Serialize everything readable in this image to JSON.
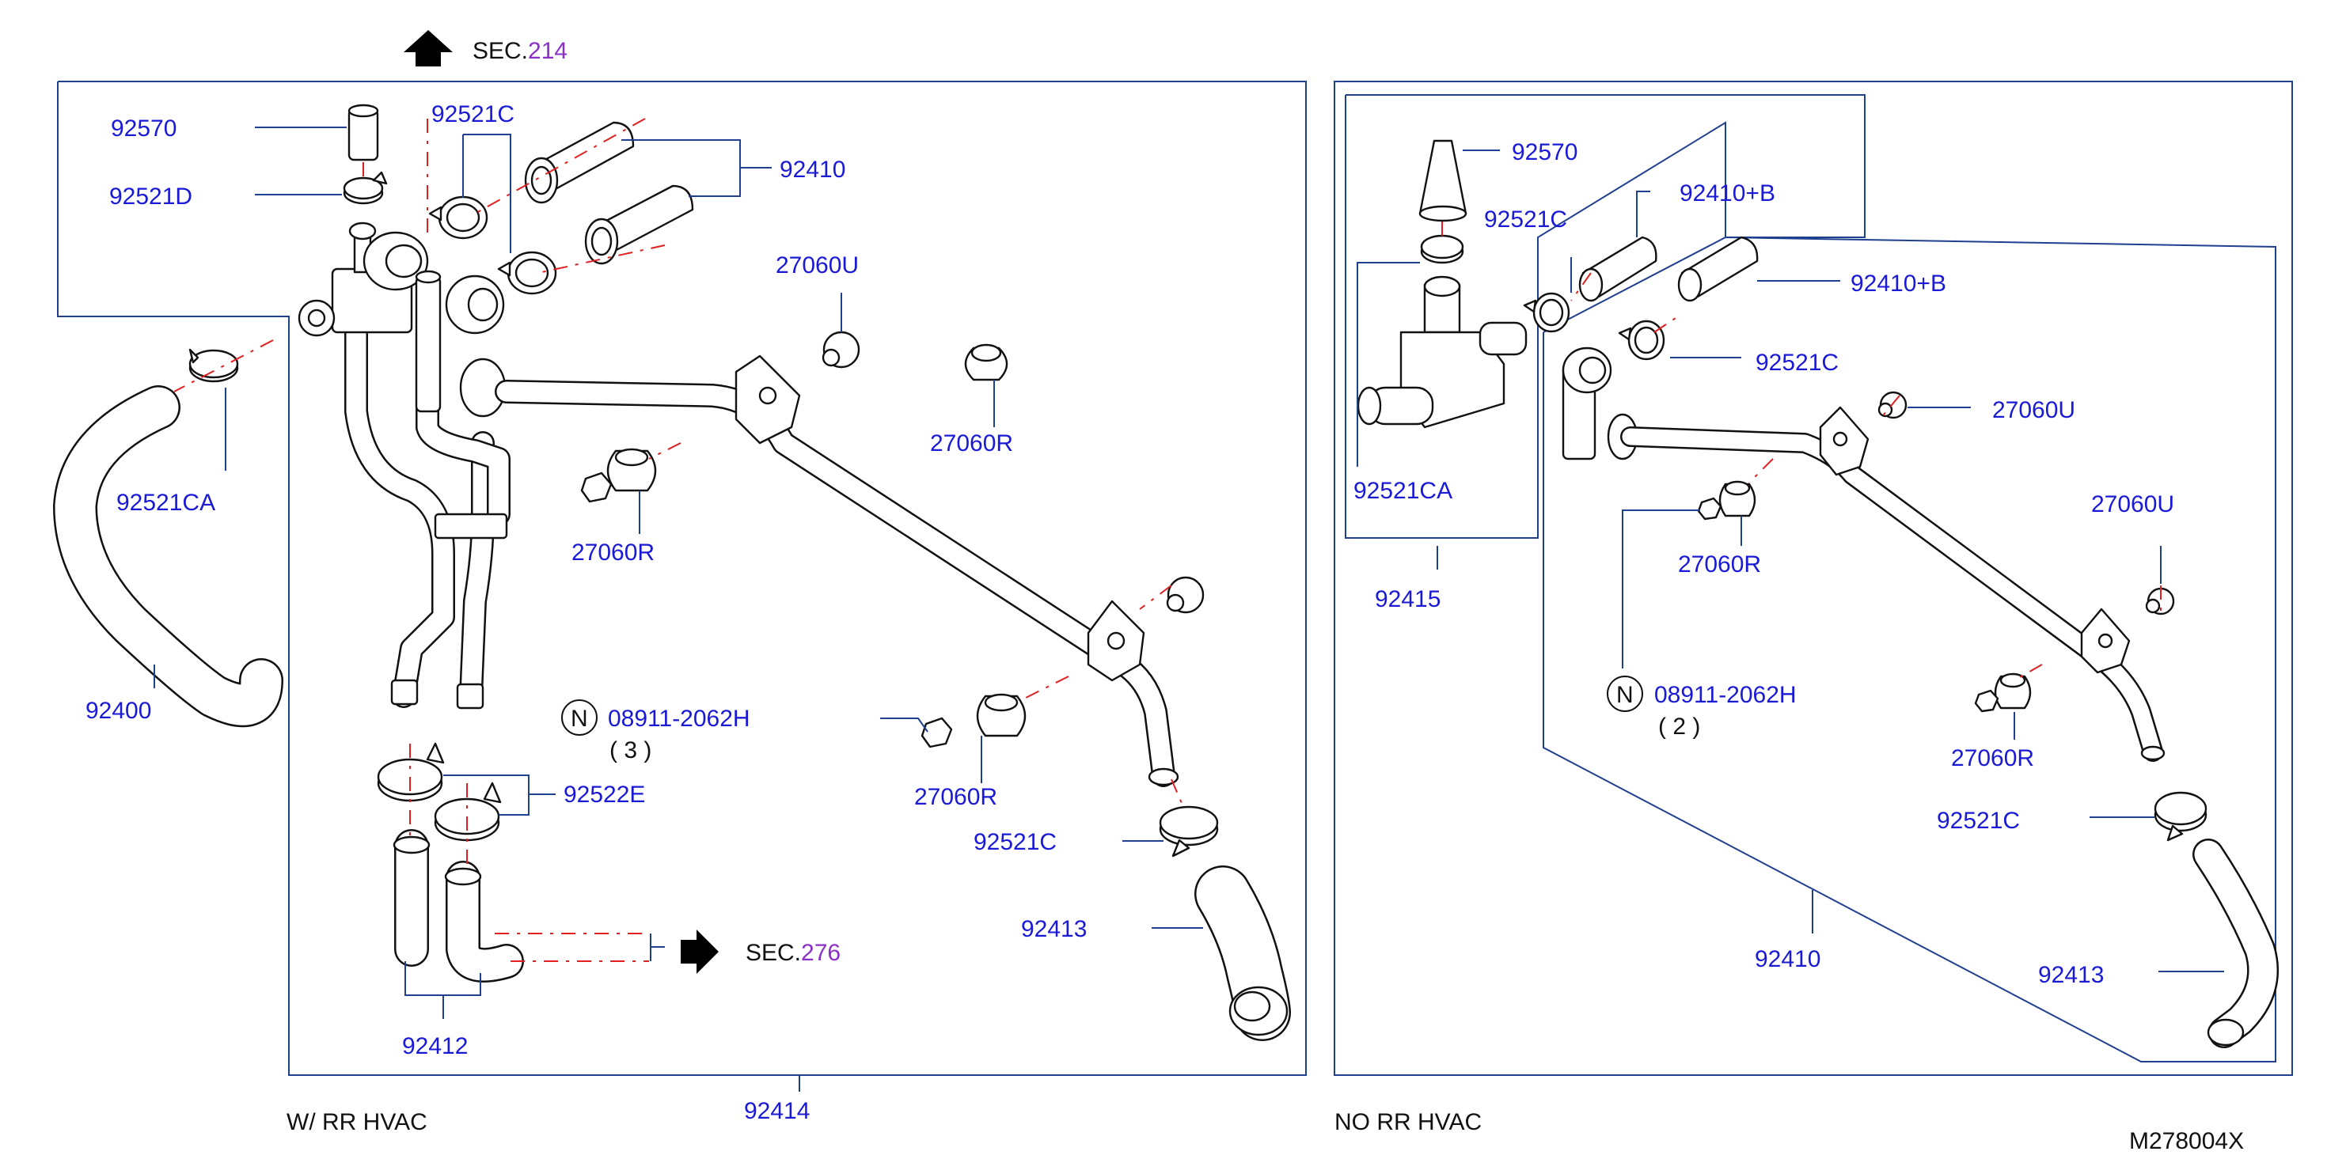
{
  "header": {
    "sec_top_prefix": "SEC.",
    "sec_top_number": "214",
    "sec_side_prefix": "SEC.",
    "sec_side_number": "276"
  },
  "left_panel": {
    "caption": "W/ RR HVAC",
    "labels": {
      "p92570": "92570",
      "p92521D": "92521D",
      "p92521C_top": "92521C",
      "p92410": "92410",
      "p27060U": "27060U",
      "p27060R_right": "27060R",
      "p92521CA": "92521CA",
      "p27060R_mid": "27060R",
      "p92400": "92400",
      "bolt_code": "08911-2062H",
      "bolt_qty": "( 3 )",
      "p92522E": "92522E",
      "p27060R_low": "27060R",
      "p92521C_low": "92521C",
      "p92413": "92413",
      "p92412": "92412",
      "p92414": "92414"
    }
  },
  "right_panel": {
    "caption": "NO RR HVAC",
    "labels": {
      "p92570": "92570",
      "p92410B_top": "92410+B",
      "p92521C_top": "92521C",
      "p92410B_mid": "92410+B",
      "p92521C_mid": "92521C",
      "p27060U_top": "27060U",
      "p92521CA": "92521CA",
      "p27060U_right": "27060U",
      "p27060R_mid": "27060R",
      "p92415": "92415",
      "bolt_code": "08911-2062H",
      "bolt_qty": "( 2 )",
      "p27060R_low": "27060R",
      "p92521C_low": "92521C",
      "p92410": "92410",
      "p92413": "92413"
    }
  },
  "footer": {
    "drawing_code": "M278004X"
  },
  "bolt_symbol_letter": "N",
  "colors": {
    "label_blue": "#1a1ad6",
    "frame_blue": "#1f3f8f",
    "center_line_red": "#e02020",
    "section_purple": "#8b2fc9"
  }
}
